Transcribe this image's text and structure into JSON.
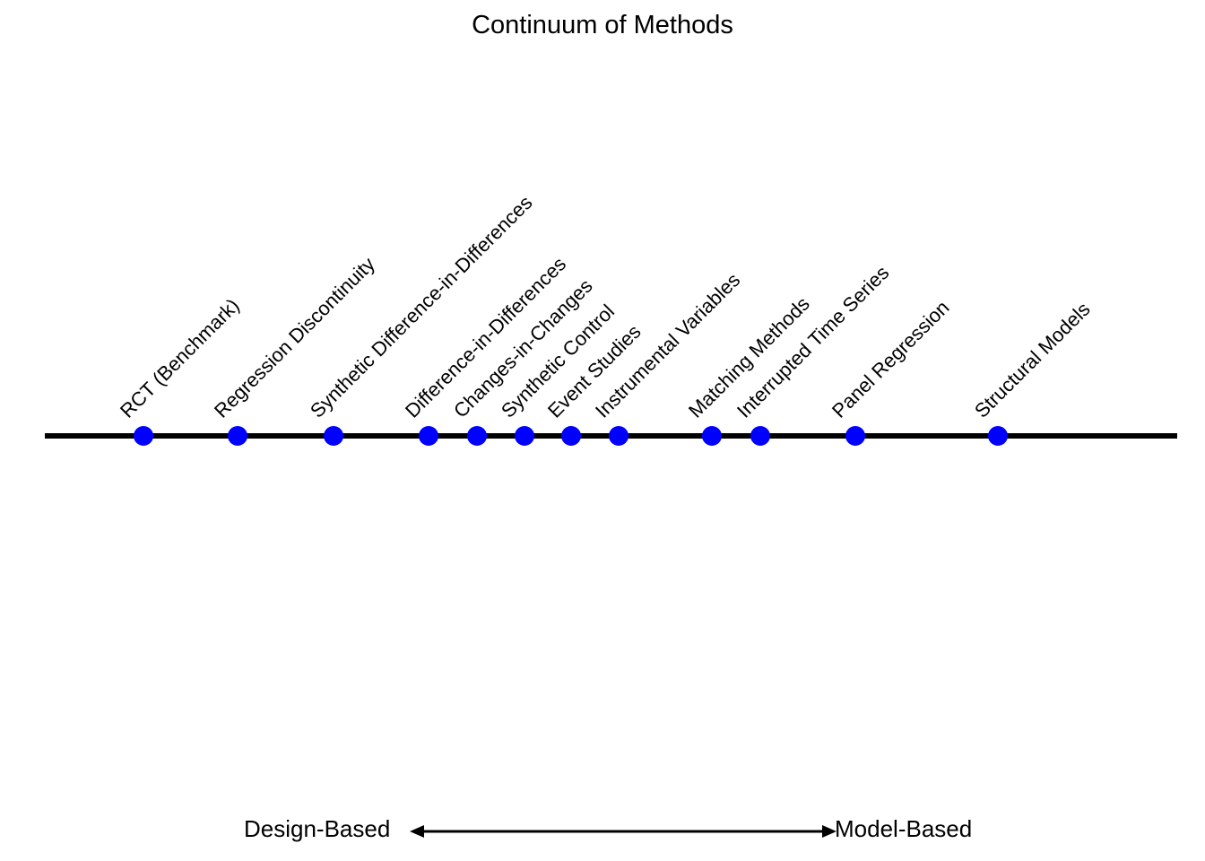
{
  "figure": {
    "title": "Continuum of Methods",
    "background_color": "#ffffff",
    "line_color": "#000000",
    "dot_color": "#0000ff"
  },
  "axis": {
    "left_label": "Design-Based",
    "right_label": "Model-Based",
    "arrow_style": "double-headed"
  },
  "chart_data": {
    "type": "scatter",
    "title": "Continuum of Methods",
    "xlabel": "",
    "ylabel": "",
    "orientation": "horizontal-number-line",
    "grid": false,
    "legend": "none",
    "axis_left_annotation": "Design-Based",
    "axis_right_annotation": "Model-Based",
    "marker_color": "#0000ff",
    "line_color": "#000000",
    "label_rotation_deg": 45,
    "xlim": [
      50,
      1313
    ],
    "categories": [
      "RCT (Benchmark)",
      "Regression Discontinuity",
      "Synthetic Difference-in-Differences",
      "Difference-in-Differences",
      "Changes-in-Changes",
      "Synthetic Control",
      "Event Studies",
      "Instrumental Variables",
      "Matching Methods",
      "Interrupted Time Series",
      "Panel Regression",
      "Structural Models"
    ],
    "x": [
      160,
      265,
      372,
      478,
      532,
      585,
      637,
      690,
      794,
      848,
      954,
      1113
    ],
    "values": [
      0,
      0,
      0,
      0,
      0,
      0,
      0,
      0,
      0,
      0,
      0,
      0
    ],
    "points": [
      {
        "label": "RCT (Benchmark)",
        "x": 160
      },
      {
        "label": "Regression Discontinuity",
        "x": 265
      },
      {
        "label": "Synthetic Difference-in-Differences",
        "x": 372
      },
      {
        "label": "Difference-in-Differences",
        "x": 478
      },
      {
        "label": "Changes-in-Changes",
        "x": 532
      },
      {
        "label": "Synthetic Control",
        "x": 585
      },
      {
        "label": "Event Studies",
        "x": 637
      },
      {
        "label": "Instrumental Variables",
        "x": 690
      },
      {
        "label": "Matching Methods",
        "x": 794
      },
      {
        "label": "Interrupted Time Series",
        "x": 848
      },
      {
        "label": "Panel Regression",
        "x": 954
      },
      {
        "label": "Structural Models",
        "x": 1113
      }
    ]
  }
}
